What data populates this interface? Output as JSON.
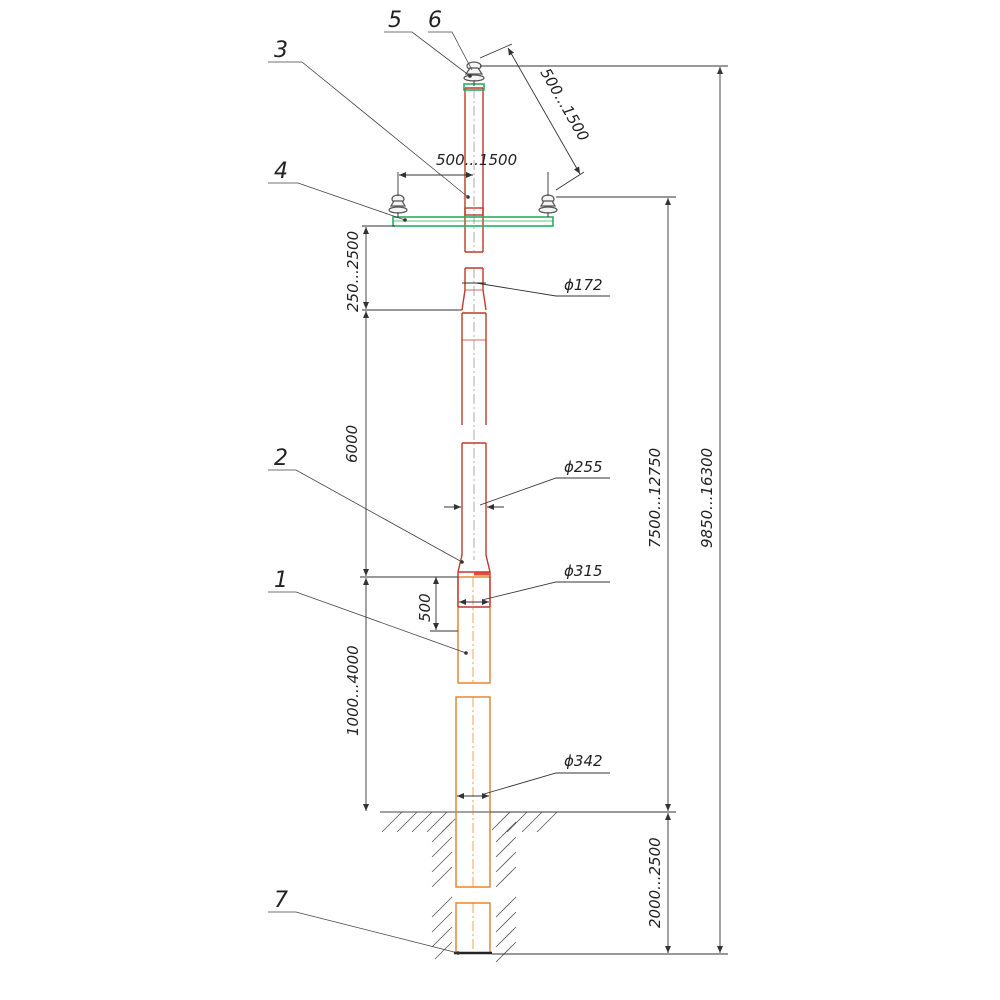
{
  "callouts": {
    "c1": "1",
    "c2": "2",
    "c3": "3",
    "c4": "4",
    "c5": "5",
    "c6": "6",
    "c7": "7"
  },
  "dimensions": {
    "crossarm_width": "500...1500",
    "top_insulator_height": "500...1500",
    "top_section_length": "250...2500",
    "middle_section_length": "6000",
    "joint_overlap": "500",
    "lower_section_above_ground": "1000...4000",
    "burial_depth": "2000...2500",
    "crossarm_to_ground": "7500...12750",
    "total_height": "9850...16300",
    "diameter_top": "ϕ172",
    "diameter_middle": "ϕ255",
    "diameter_joint": "ϕ315",
    "diameter_base": "ϕ342"
  },
  "colors": {
    "upper_section": "#c0392b",
    "lower_section": "#e67e22",
    "crossarm": "#27ae60",
    "insulator": "#666666",
    "dimension_lines": "#333333"
  }
}
